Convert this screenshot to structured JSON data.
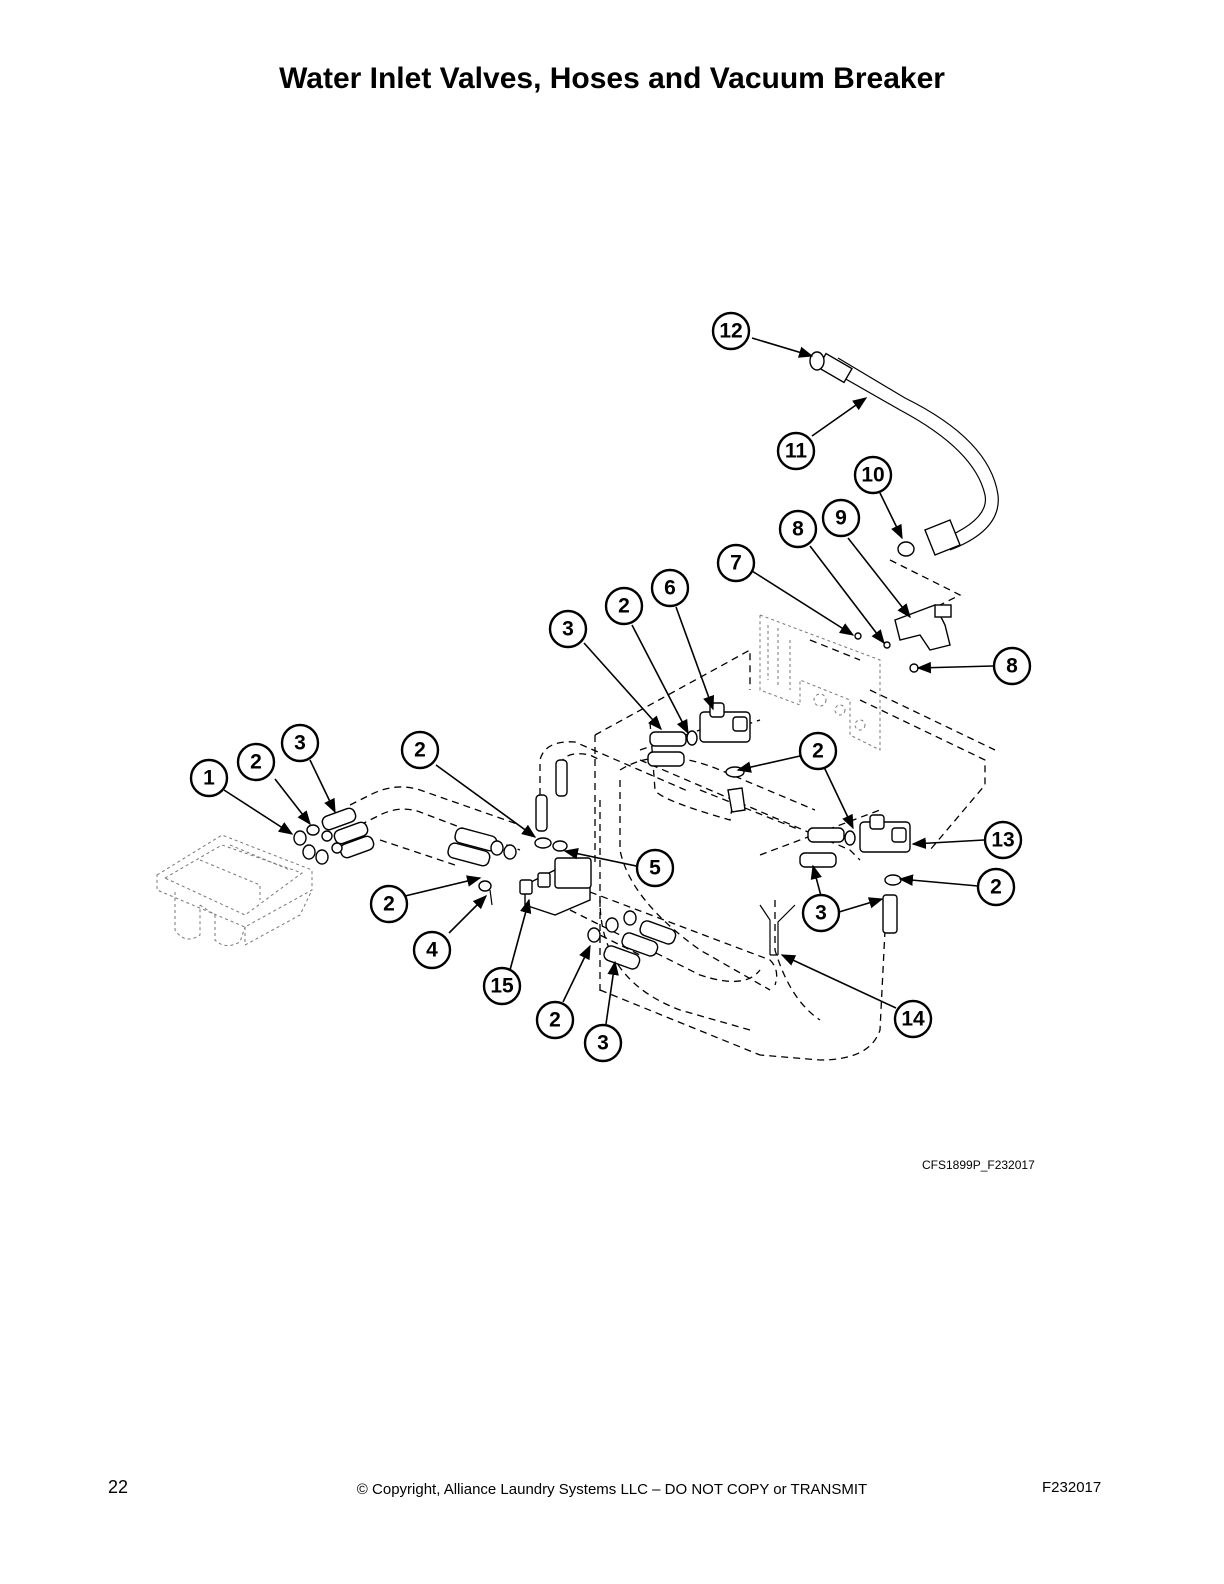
{
  "title": "Water Inlet Valves, Hoses and Vacuum Breaker",
  "figure_id": "CFS1899P_F232017",
  "footer": {
    "page_number": "22",
    "copyright": "© Copyright, Alliance Laundry Systems LLC – DO NOT COPY or TRANSMIT",
    "doc_code": "F232017"
  },
  "callouts": [
    "12",
    "11",
    "10",
    "9",
    "8",
    "7",
    "6",
    "2",
    "3",
    "8",
    "2",
    "3",
    "2",
    "1",
    "2",
    "5",
    "13",
    "2",
    "3",
    "2",
    "4",
    "15",
    "14",
    "2",
    "3"
  ]
}
